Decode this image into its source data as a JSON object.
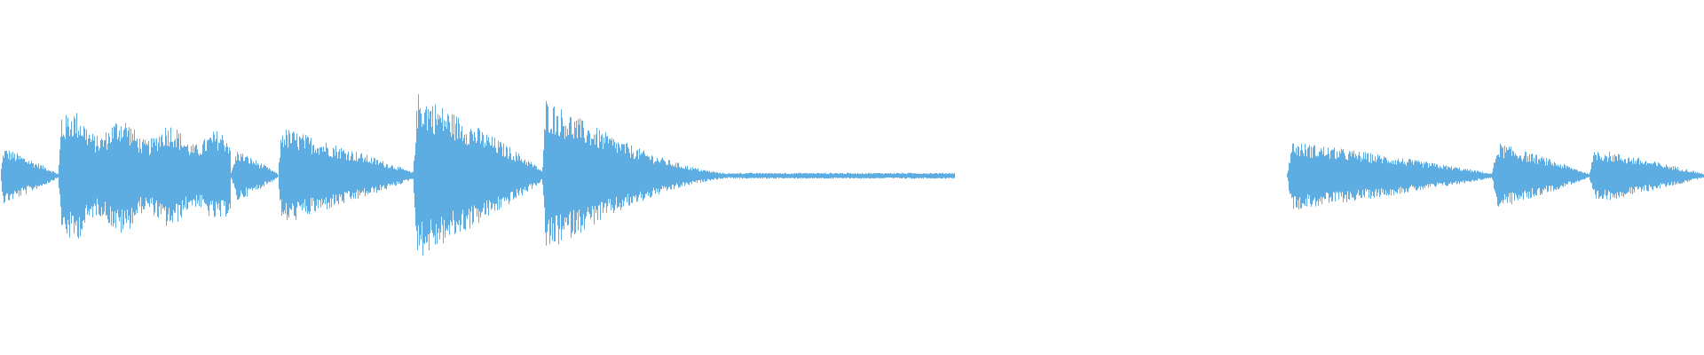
{
  "waveform": {
    "color": "#5dade2",
    "background": "#ffffff",
    "duration_fraction_axis": "time",
    "segments": [
      {
        "start": 0.0,
        "end": 0.034,
        "amp": 0.2,
        "attack": 0.002,
        "decay": "fade"
      },
      {
        "start": 0.034,
        "end": 0.135,
        "amp": 0.45,
        "attack": 0.002,
        "decay": "ripple"
      },
      {
        "start": 0.135,
        "end": 0.163,
        "amp": 0.18,
        "attack": 0.004,
        "decay": "fade"
      },
      {
        "start": 0.163,
        "end": 0.242,
        "amp": 0.34,
        "attack": 0.002,
        "decay": "fade"
      },
      {
        "start": 0.242,
        "end": 0.318,
        "amp": 0.58,
        "attack": 0.003,
        "decay": "fade"
      },
      {
        "start": 0.318,
        "end": 0.43,
        "amp": 0.53,
        "attack": 0.002,
        "decay": "longfade"
      },
      {
        "start": 0.43,
        "end": 0.56,
        "amp": 0.02,
        "attack": 0.0,
        "decay": "flat"
      },
      {
        "start": 0.755,
        "end": 0.875,
        "amp": 0.24,
        "attack": 0.003,
        "decay": "fade"
      },
      {
        "start": 0.875,
        "end": 0.932,
        "amp": 0.23,
        "attack": 0.004,
        "decay": "fade"
      },
      {
        "start": 0.932,
        "end": 1.0,
        "amp": 0.19,
        "attack": 0.004,
        "decay": "fade"
      }
    ]
  }
}
